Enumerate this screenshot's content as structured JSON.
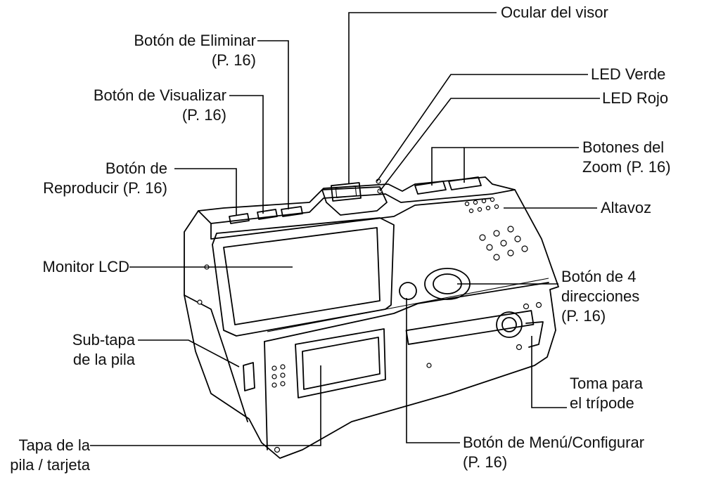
{
  "labels": {
    "ocular": "Ocular del visor",
    "led_verde": "LED Verde",
    "led_rojo": "LED Rojo",
    "zoom_l1": "Botones del",
    "zoom_l2": "Zoom (P. 16)",
    "altavoz": "Altavoz",
    "dir_l1": "Botón de 4",
    "dir_l2": "direcciones",
    "dir_l3": "(P. 16)",
    "tripode_l1": "Toma para",
    "tripode_l2": "el trípode",
    "menu_l1": "Botón de Menú/Configurar",
    "menu_l2": "(P. 16)",
    "tapa_l1": "Tapa de la",
    "tapa_l2": "pila / tarjeta",
    "subtapa_l1": "Sub-tapa",
    "subtapa_l2": "de la pila",
    "monitor": "Monitor LCD",
    "reproducir_l1": "Botón de",
    "reproducir_l2": "Reproducir (P. 16)",
    "visualizar_l1": "Botón de Visualizar",
    "visualizar_l2": "(P. 16)",
    "eliminar_l1": "Botón de Eliminar",
    "eliminar_l2": "(P. 16)"
  }
}
